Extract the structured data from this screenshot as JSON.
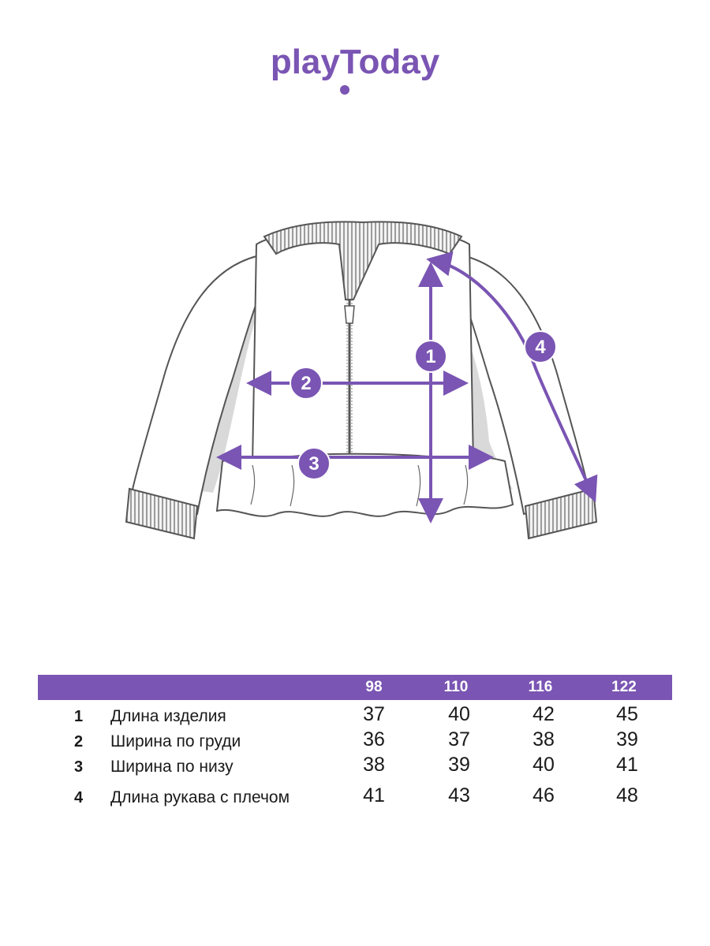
{
  "brand": {
    "logo_text": "playToday",
    "color": "#7a55b3"
  },
  "callouts": [
    "1",
    "2",
    "3",
    "4"
  ],
  "table": {
    "header_color": "#7a55b3",
    "sizes": [
      "98",
      "110",
      "116",
      "122"
    ],
    "rows": [
      {
        "num": "1",
        "label": "Длина изделия",
        "values": [
          "37",
          "40",
          "42",
          "45"
        ]
      },
      {
        "num": "2",
        "label": "Ширина по груди",
        "values": [
          "36",
          "37",
          "38",
          "39"
        ]
      },
      {
        "num": "3",
        "label": "Ширина по низу",
        "values": [
          "38",
          "39",
          "40",
          "41"
        ]
      },
      {
        "num": "4",
        "label": "Длина рукава с плечом",
        "values": [
          "41",
          "43",
          "46",
          "48"
        ]
      }
    ]
  }
}
